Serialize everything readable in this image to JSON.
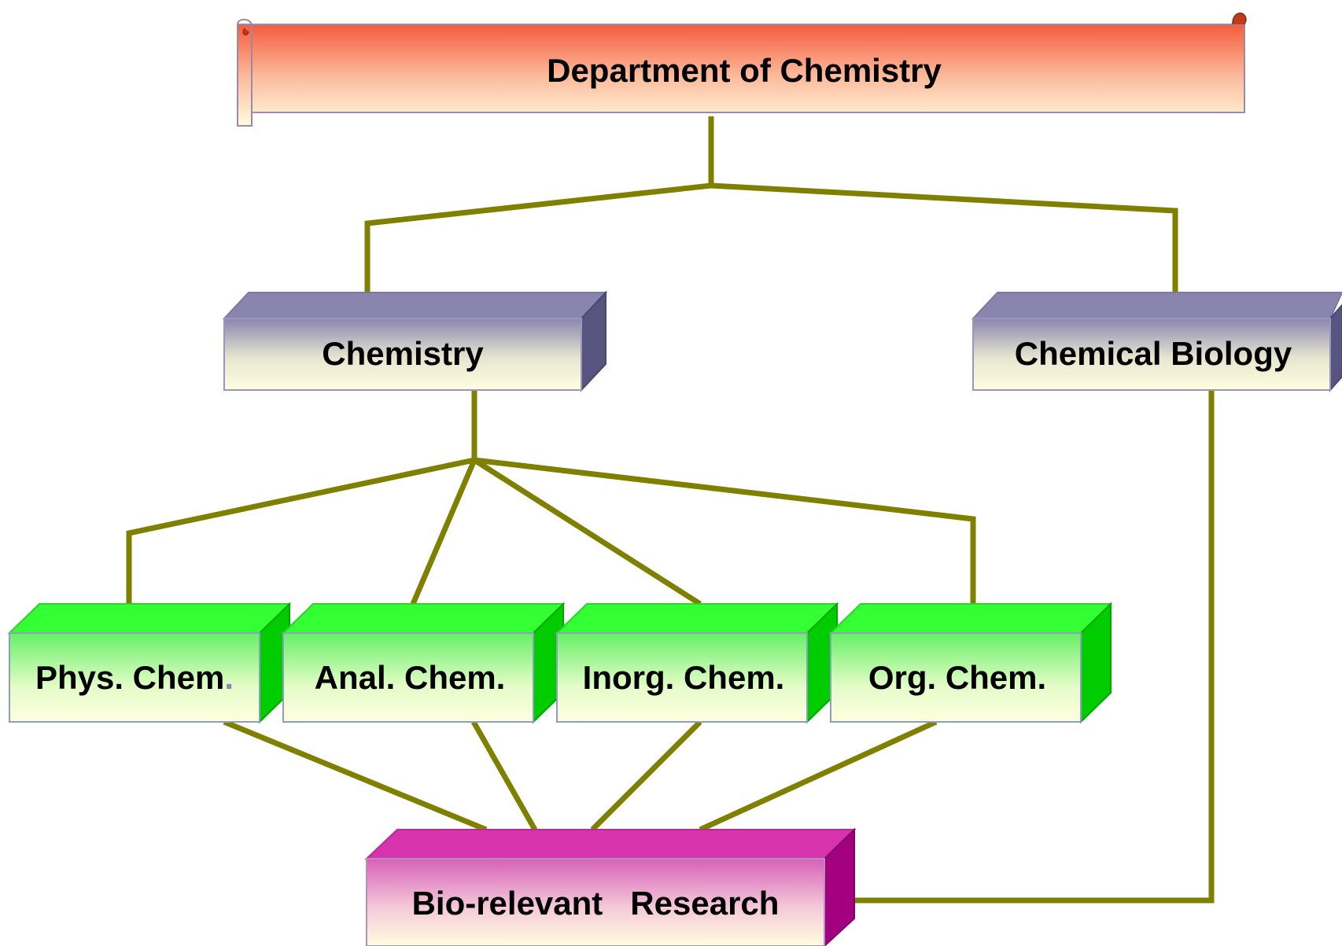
{
  "title": "Department of Chemistry",
  "nodes": {
    "chemistry": "Chemistry",
    "chemical_biology": "Chemical Biology",
    "phys_chem": "Phys. Chem",
    "phys_chem_period": ".",
    "anal_chem": "Anal. Chem.",
    "inorg_chem": "Inorg. Chem.",
    "org_chem": "Org. Chem.",
    "bio_research": "Bio-relevant   Research"
  },
  "colors": {
    "connector": "#7f7f00",
    "scroll_top": "#f45c3c",
    "scroll_bottom": "#fffce0",
    "dept_top": "#8a85ae",
    "dept_side": "#575480",
    "field_top": "#33ff33",
    "field_side": "#00cc00",
    "bio_top": "#d633ad",
    "bio_side": "#a3007f",
    "face_bottom": "#fffee0"
  }
}
